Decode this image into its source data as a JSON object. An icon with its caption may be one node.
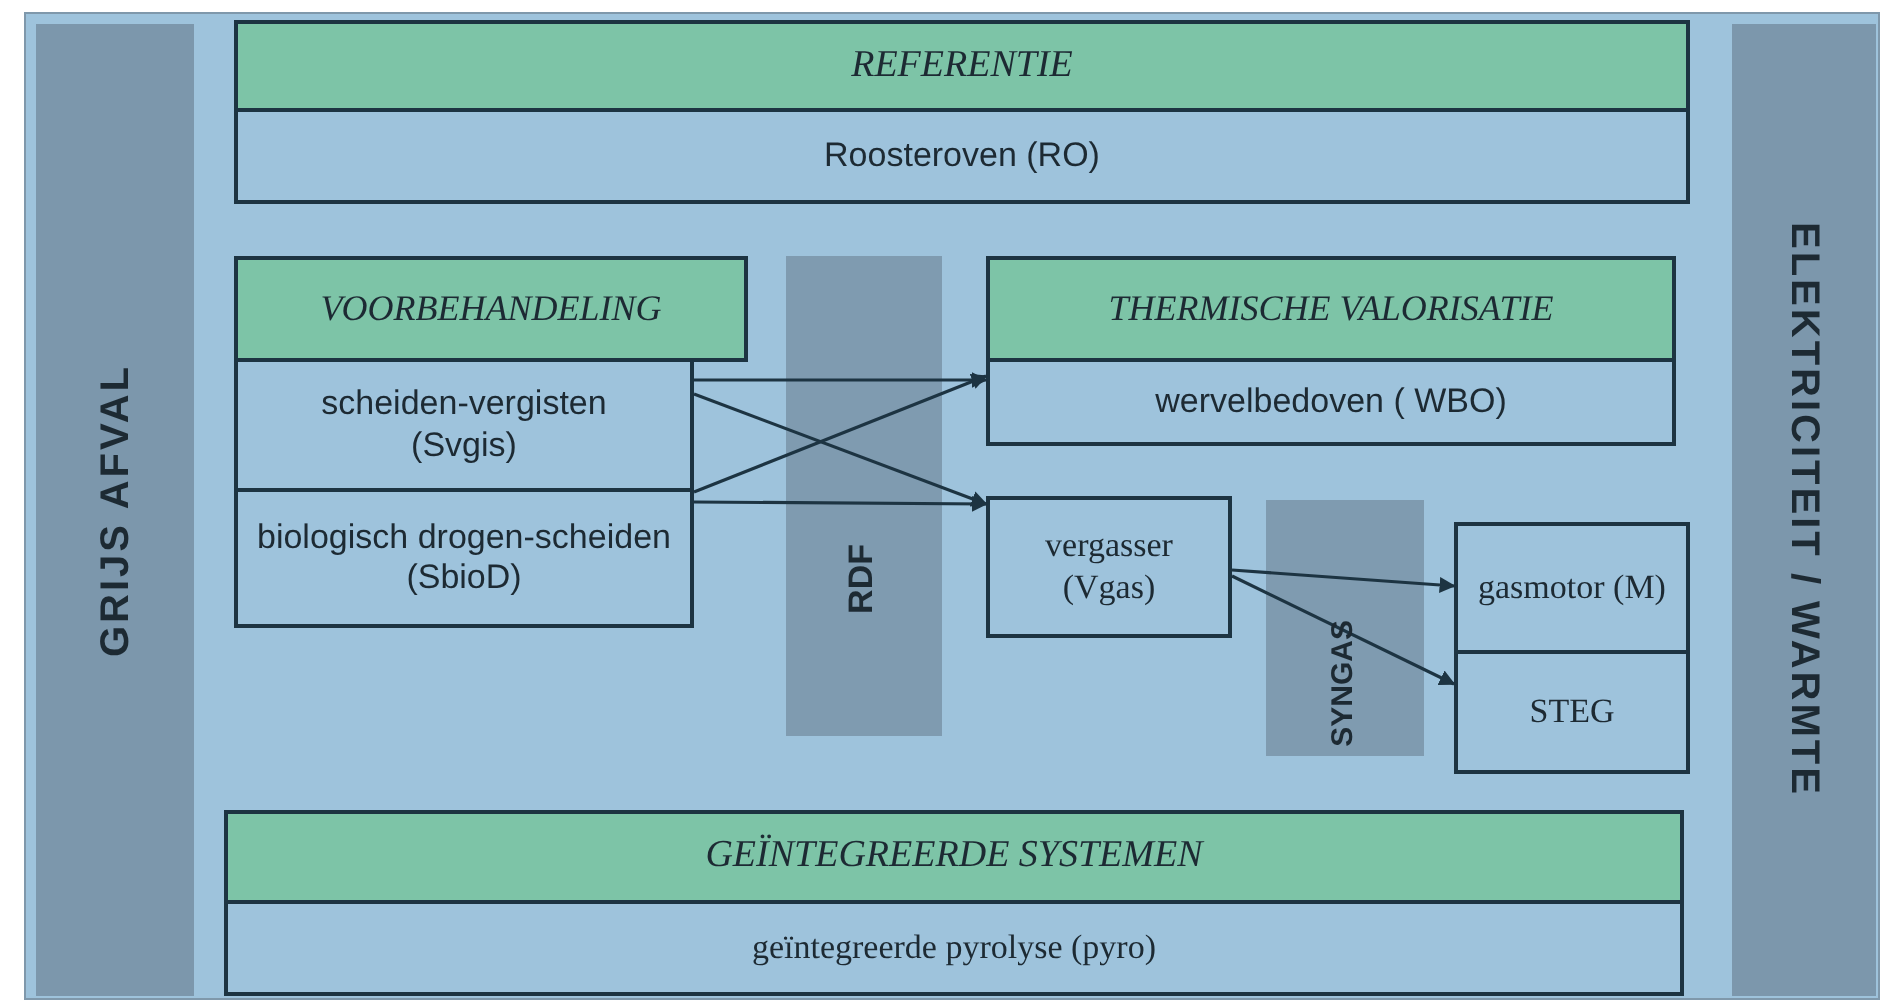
{
  "diagram": {
    "nodes": [
      {
        "text": [
          "GRIJS AFVAL"
        ]
      },
      {
        "text": [
          "REFERENTIE"
        ]
      },
      {
        "text": [
          "Roosteroven (RO)"
        ]
      },
      {
        "text": [
          "VOORBEHANDELING"
        ]
      },
      {
        "text": [
          "scheiden-vergisten (Svgis)"
        ]
      },
      {
        "text": [
          "biologisch drogen-scheiden (SbioD)"
        ]
      },
      {
        "text": [
          "THERMISCHE VALORISATIE"
        ]
      },
      {
        "text": [
          "wervelbedoven ( WBO)"
        ]
      },
      {
        "text": [
          "vergasser (Vgas)"
        ]
      },
      {
        "text": [
          "gasmotor (M)"
        ]
      },
      {
        "text": [
          "STEG"
        ]
      },
      {
        "text": [
          "GEÏNTEGREERDE SYSTEMEN"
        ]
      },
      {
        "text": [
          "geïntegreerde pyrolyse (pyro)"
        ]
      },
      {
        "text": [
          "ELEKTRICITEIT / WARMTE"
        ]
      }
    ],
    "edges": [
      {
        "from": 4,
        "to": 7,
        "arrow": "to"
      },
      {
        "from": 4,
        "to": 8,
        "arrow": "to"
      },
      {
        "from": 5,
        "to": 7,
        "arrow": "to"
      },
      {
        "from": 5,
        "to": 8,
        "arrow": "to"
      },
      {
        "from": 8,
        "to": 9,
        "arrow": "to"
      },
      {
        "from": 8,
        "to": 10,
        "arrow": "to"
      }
    ],
    "labels": [
      "RDF",
      "SYNGAS"
    ]
  }
}
